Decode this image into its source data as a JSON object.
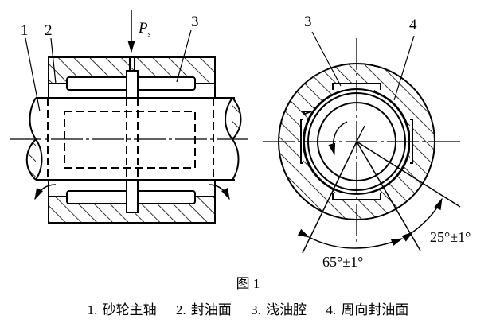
{
  "figure": {
    "caption": "图 1",
    "left_view": {
      "labels": [
        "1",
        "2",
        "3"
      ],
      "force_label": "P",
      "force_subscript": "s"
    },
    "right_view": {
      "labels": [
        "3",
        "4"
      ],
      "angle_small": "25°±1°",
      "angle_large": "65°±1°"
    },
    "legend": [
      "1. 砂轮主轴",
      "2. 封油面",
      "3. 浅油腔",
      "4. 周向封油面"
    ]
  }
}
